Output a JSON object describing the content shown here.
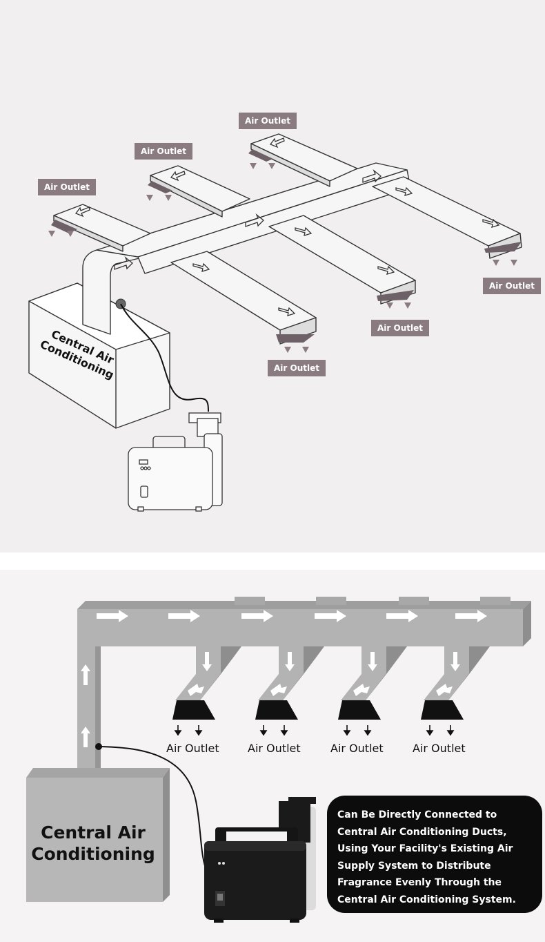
{
  "top_diagram": {
    "ac_unit_label": "Central Air Conditioning",
    "outlets": [
      "Air Outlet",
      "Air Outlet",
      "Air Outlet",
      "Air Outlet",
      "Air Outlet",
      "Air Outlet"
    ]
  },
  "bottom_diagram": {
    "ac_unit_label": "Central Air Conditioning",
    "outlets": [
      "Air Outlet",
      "Air Outlet",
      "Air Outlet",
      "Air Outlet"
    ],
    "info_text": "Can Be Directly Connected to Central Air Conditioning Ducts, Using Your Facility's Existing Air Supply System to Distribute Fragrance Evenly Through the Central Air Conditioning System."
  },
  "colors": {
    "label_bg": "#8a7b80",
    "duct_gray": "#b0b0b0",
    "info_bg": "#0c0c0c"
  }
}
